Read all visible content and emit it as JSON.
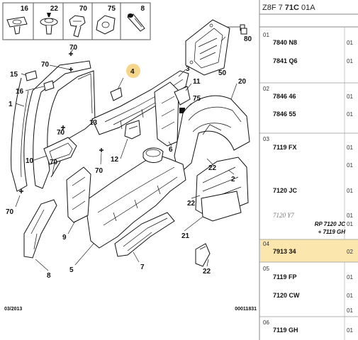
{
  "header": {
    "code_prefix": "Z8F 7",
    "code_bold": "71C",
    "code_suffix": "01A"
  },
  "fasteners": [
    "16",
    "22",
    "70",
    "75",
    "8"
  ],
  "callouts": {
    "c80": "80",
    "c50": "50",
    "c70a": "70",
    "c70b": "70",
    "c15": "15",
    "c16": "16",
    "c4": "4",
    "c3": "3",
    "c11": "11",
    "c75": "75",
    "c20": "20",
    "c1": "1",
    "c12": "12",
    "c70c": "70",
    "c10": "10",
    "c70d": "70",
    "c70e": "70",
    "c6": "6",
    "c22a": "22",
    "c22b": "22",
    "c2": "2",
    "c22c": "22",
    "c70f": "70",
    "c9": "9",
    "c5": "5",
    "c21": "21",
    "c8": "8",
    "c7": "7",
    "c13": "13"
  },
  "footer": {
    "date": "03/2013",
    "ref": "00011831"
  },
  "parts_list": [
    {
      "idx": "01",
      "rows": [
        {
          "pn": "7840 N8",
          "qty": "01"
        },
        {
          "pn": "7841 Q6",
          "qty": "01"
        }
      ]
    },
    {
      "idx": "02",
      "rows": [
        {
          "pn": "7846 46",
          "qty": "01"
        },
        {
          "pn": "7846 55",
          "qty": "01"
        }
      ]
    },
    {
      "idx": "03",
      "rows": [
        {
          "pn": "7119 FX",
          "qty": "01"
        },
        {
          "pn": "",
          "qty": "01"
        },
        {
          "pn": "7120 JC",
          "qty": "01"
        },
        {
          "pn": "7120 Y7",
          "qty": "01"
        }
      ],
      "note_line1": "RP 7120 JC",
      "note_line2": "+ 7119 GH",
      "note_qty": "01"
    },
    {
      "idx": "04",
      "rows": [
        {
          "pn": "7913 34",
          "qty": "02"
        }
      ]
    },
    {
      "idx": "05",
      "rows": [
        {
          "pn": "7119 FP",
          "qty": "01"
        },
        {
          "pn": "7120 CW",
          "qty": "01"
        },
        {
          "pn": "",
          "qty": "01"
        }
      ]
    },
    {
      "idx": "06",
      "rows": [
        {
          "pn": "7119 GH",
          "qty": "01"
        }
      ]
    }
  ],
  "colors": {
    "highlight": "#fbe6ae",
    "marker": "#f5d58a"
  }
}
